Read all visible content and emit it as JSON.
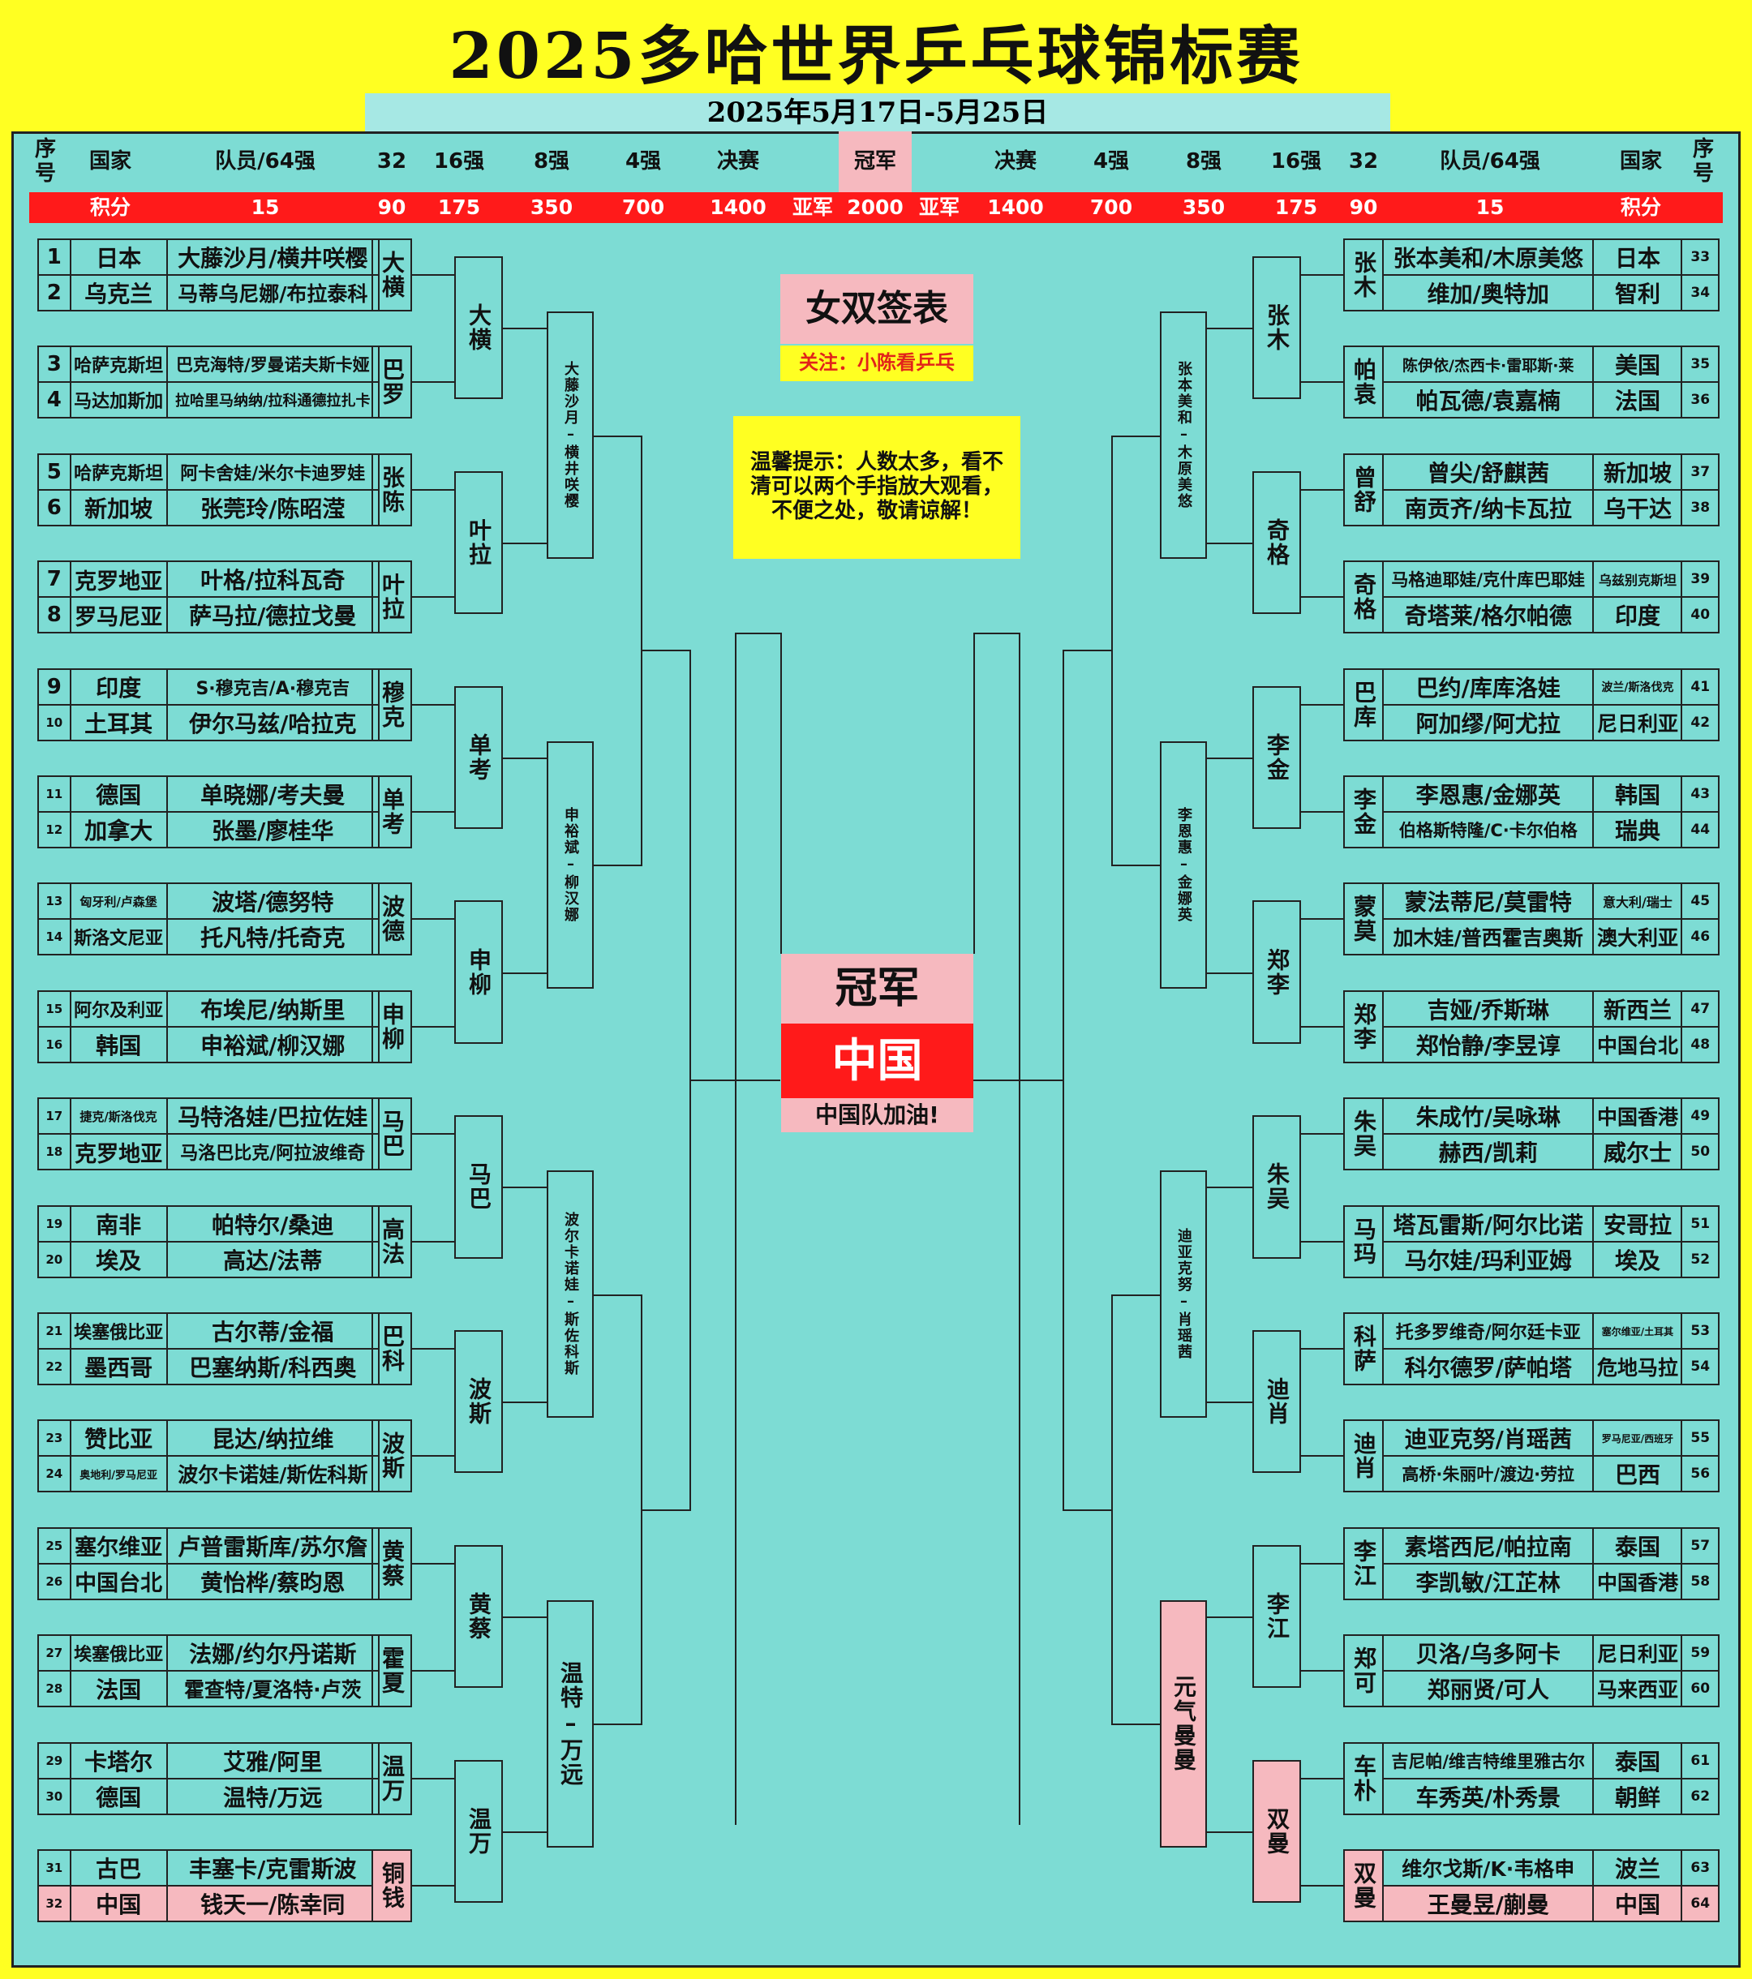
{
  "title": "2025多哈世界乒乓球锦标赛",
  "date": "2025年5月17日-5月25日",
  "header": {
    "left": [
      "序号",
      "国家",
      "队员/64强",
      "32",
      "16强",
      "8强",
      "4强",
      "决赛"
    ],
    "champion": "冠军",
    "right": [
      "决赛",
      "4强",
      "8强",
      "16强",
      "32",
      "队员/64强",
      "国家",
      "序号"
    ],
    "points_label": "积分",
    "points_left": [
      "15",
      "90",
      "175",
      "350",
      "700",
      "1400"
    ],
    "runner_up": "亚军",
    "champion_points": "2000",
    "points_right": [
      "1400",
      "700",
      "350",
      "175",
      "90",
      "15"
    ]
  },
  "sign_title": "女双签表",
  "follow": "关注：小陈看乒乓",
  "tip": "温馨提示：人数太多，看不清可以两个手指放大观看，不便之处，敬请谅解！",
  "champion_label": "冠军",
  "champion_name": "中国",
  "cheer": "中国队加油!",
  "left_entries": [
    {
      "n": "1",
      "c": "日本",
      "p": "大藤沙月/横井咲樱"
    },
    {
      "n": "2",
      "c": "乌克兰",
      "p": "马蒂乌尼娜/布拉泰科"
    },
    {
      "n": "3",
      "c": "哈萨克斯坦",
      "p": "巴克海特/罗曼诺夫斯卡娅"
    },
    {
      "n": "4",
      "c": "马达加斯加",
      "p": "拉哈里马纳纳/拉科通德拉扎卡"
    },
    {
      "n": "5",
      "c": "哈萨克斯坦",
      "p": "阿卡舍娃/米尔卡迪罗娃"
    },
    {
      "n": "6",
      "c": "新加坡",
      "p": "张莞玲/陈昭滢"
    },
    {
      "n": "7",
      "c": "克罗地亚",
      "p": "叶格/拉科瓦奇"
    },
    {
      "n": "8",
      "c": "罗马尼亚",
      "p": "萨马拉/德拉戈曼"
    },
    {
      "n": "9",
      "c": "印度",
      "p": "S·穆克吉/A·穆克吉"
    },
    {
      "n": "10",
      "c": "土耳其",
      "p": "伊尔马兹/哈拉克"
    },
    {
      "n": "11",
      "c": "德国",
      "p": "单晓娜/考夫曼"
    },
    {
      "n": "12",
      "c": "加拿大",
      "p": "张墨/廖桂华"
    },
    {
      "n": "13",
      "c": "匈牙利/卢森堡",
      "p": "波塔/德努特"
    },
    {
      "n": "14",
      "c": "斯洛文尼亚",
      "p": "托凡特/托奇克"
    },
    {
      "n": "15",
      "c": "阿尔及利亚",
      "p": "布埃尼/纳斯里"
    },
    {
      "n": "16",
      "c": "韩国",
      "p": "申裕斌/柳汉娜"
    },
    {
      "n": "17",
      "c": "捷克/斯洛伐克",
      "p": "马特洛娃/巴拉佐娃"
    },
    {
      "n": "18",
      "c": "克罗地亚",
      "p": "马洛巴比克/阿拉波维奇"
    },
    {
      "n": "19",
      "c": "南非",
      "p": "帕特尔/桑迪"
    },
    {
      "n": "20",
      "c": "埃及",
      "p": "高达/法蒂"
    },
    {
      "n": "21",
      "c": "埃塞俄比亚",
      "p": "古尔蒂/金福"
    },
    {
      "n": "22",
      "c": "墨西哥",
      "p": "巴塞纳斯/科西奥"
    },
    {
      "n": "23",
      "c": "赞比亚",
      "p": "昆达/纳拉维"
    },
    {
      "n": "24",
      "c": "奥地利/罗马尼亚",
      "p": "波尔卡诺娃/斯佐科斯"
    },
    {
      "n": "25",
      "c": "塞尔维亚",
      "p": "卢普雷斯库/苏尔詹"
    },
    {
      "n": "26",
      "c": "中国台北",
      "p": "黄怡桦/蔡昀恩"
    },
    {
      "n": "27",
      "c": "埃塞俄比亚",
      "p": "法娜/约尔丹诺斯"
    },
    {
      "n": "28",
      "c": "法国",
      "p": "霍查特/夏洛特·卢茨"
    },
    {
      "n": "29",
      "c": "卡塔尔",
      "p": "艾雅/阿里"
    },
    {
      "n": "30",
      "c": "德国",
      "p": "温特/万远"
    },
    {
      "n": "31",
      "c": "古巴",
      "p": "丰塞卡/克雷斯波"
    },
    {
      "n": "32",
      "c": "中国",
      "p": "钱天一/陈幸同"
    }
  ],
  "right_entries": [
    {
      "n": "33",
      "c": "日本",
      "p": "张本美和/木原美悠"
    },
    {
      "n": "34",
      "c": "智利",
      "p": "维加/奥特加"
    },
    {
      "n": "35",
      "c": "美国",
      "p": "陈伊依/杰西卡·雷耶斯·莱"
    },
    {
      "n": "36",
      "c": "法国",
      "p": "帕瓦德/袁嘉楠"
    },
    {
      "n": "37",
      "c": "新加坡",
      "p": "曾尖/舒麒茜"
    },
    {
      "n": "38",
      "c": "乌干达",
      "p": "南贡齐/纳卡瓦拉"
    },
    {
      "n": "39",
      "c": "乌兹别克斯坦",
      "p": "马格迪耶娃/克什库巴耶娃"
    },
    {
      "n": "40",
      "c": "印度",
      "p": "奇塔莱/格尔帕德"
    },
    {
      "n": "41",
      "c": "波兰/斯洛伐克",
      "p": "巴约/库库洛娃"
    },
    {
      "n": "42",
      "c": "尼日利亚",
      "p": "阿加缪/阿尤拉"
    },
    {
      "n": "43",
      "c": "韩国",
      "p": "李恩惠/金娜英"
    },
    {
      "n": "44",
      "c": "瑞典",
      "p": "伯格斯特隆/C·卡尔伯格"
    },
    {
      "n": "45",
      "c": "意大利/瑞士",
      "p": "蒙法蒂尼/莫雷特"
    },
    {
      "n": "46",
      "c": "澳大利亚",
      "p": "加木娃/普西霍吉奥斯"
    },
    {
      "n": "47",
      "c": "新西兰",
      "p": "吉娅/乔斯琳"
    },
    {
      "n": "48",
      "c": "中国台北",
      "p": "郑怡静/李昱谆"
    },
    {
      "n": "49",
      "c": "中国香港",
      "p": "朱成竹/吴咏琳"
    },
    {
      "n": "50",
      "c": "威尔士",
      "p": "赫西/凯莉"
    },
    {
      "n": "51",
      "c": "安哥拉",
      "p": "塔瓦雷斯/阿尔比诺"
    },
    {
      "n": "52",
      "c": "埃及",
      "p": "马尔娃/玛利亚姆"
    },
    {
      "n": "53",
      "c": "塞尔维亚/土耳其",
      "p": "托多罗维奇/阿尔廷卡亚"
    },
    {
      "n": "54",
      "c": "危地马拉",
      "p": "科尔德罗/萨帕塔"
    },
    {
      "n": "55",
      "c": "罗马尼亚/西班牙",
      "p": "迪亚克努/肖瑶茜"
    },
    {
      "n": "56",
      "c": "巴西",
      "p": "高桥·朱丽叶/渡边·劳拉"
    },
    {
      "n": "57",
      "c": "泰国",
      "p": "素塔西尼/帕拉南"
    },
    {
      "n": "58",
      "c": "中国香港",
      "p": "李凯敏/江芷林"
    },
    {
      "n": "59",
      "c": "尼日利亚",
      "p": "贝洛/乌多阿卡"
    },
    {
      "n": "60",
      "c": "马来西亚",
      "p": "郑丽贤/可人"
    },
    {
      "n": "61",
      "c": "泰国",
      "p": "吉尼帕/维吉特维里雅古尔"
    },
    {
      "n": "62",
      "c": "朝鲜",
      "p": "车秀英/朴秀景"
    },
    {
      "n": "63",
      "c": "波兰",
      "p": "维尔戈斯/K·韦格申"
    },
    {
      "n": "64",
      "c": "中国",
      "p": "王曼昱/蒯曼"
    }
  ],
  "left_r32": [
    "大横",
    "巴罗",
    "张陈",
    "叶拉",
    "穆克",
    "单考",
    "波德",
    "申柳",
    "马巴",
    "高法",
    "巴科",
    "波斯",
    "黄蔡",
    "霍夏",
    "温万",
    "铜钱"
  ],
  "left_r16": [
    "大横",
    "叶拉",
    "单考",
    "申柳",
    "马巴",
    "波斯",
    "黄蔡",
    "温万"
  ],
  "left_qf": [
    "大藤沙月–横井咲樱",
    "申裕斌–柳汉娜",
    "波尔卡诺娃–斯佐科斯",
    "温特–万远"
  ],
  "right_r32": [
    "张木",
    "帕袁",
    "曾舒",
    "奇格",
    "巴库",
    "李金",
    "蒙莫",
    "郑李",
    "朱吴",
    "马玛",
    "科萨",
    "迪肖",
    "李江",
    "郑可",
    "车朴",
    "双曼"
  ],
  "right_r16": [
    "张木",
    "奇格",
    "李金",
    "郑李",
    "朱吴",
    "迪肖",
    "李江",
    "双曼"
  ],
  "right_qf": [
    "张本美和–木原美悠",
    "李恩惠–金娜英",
    "迪亚克努–肖瑶茜",
    "元气曼曼"
  ],
  "colors": {
    "board": "#7ddcd4",
    "banner": "#ffff22",
    "red": "#ff1a1a",
    "pink": "#f6b9bf"
  }
}
